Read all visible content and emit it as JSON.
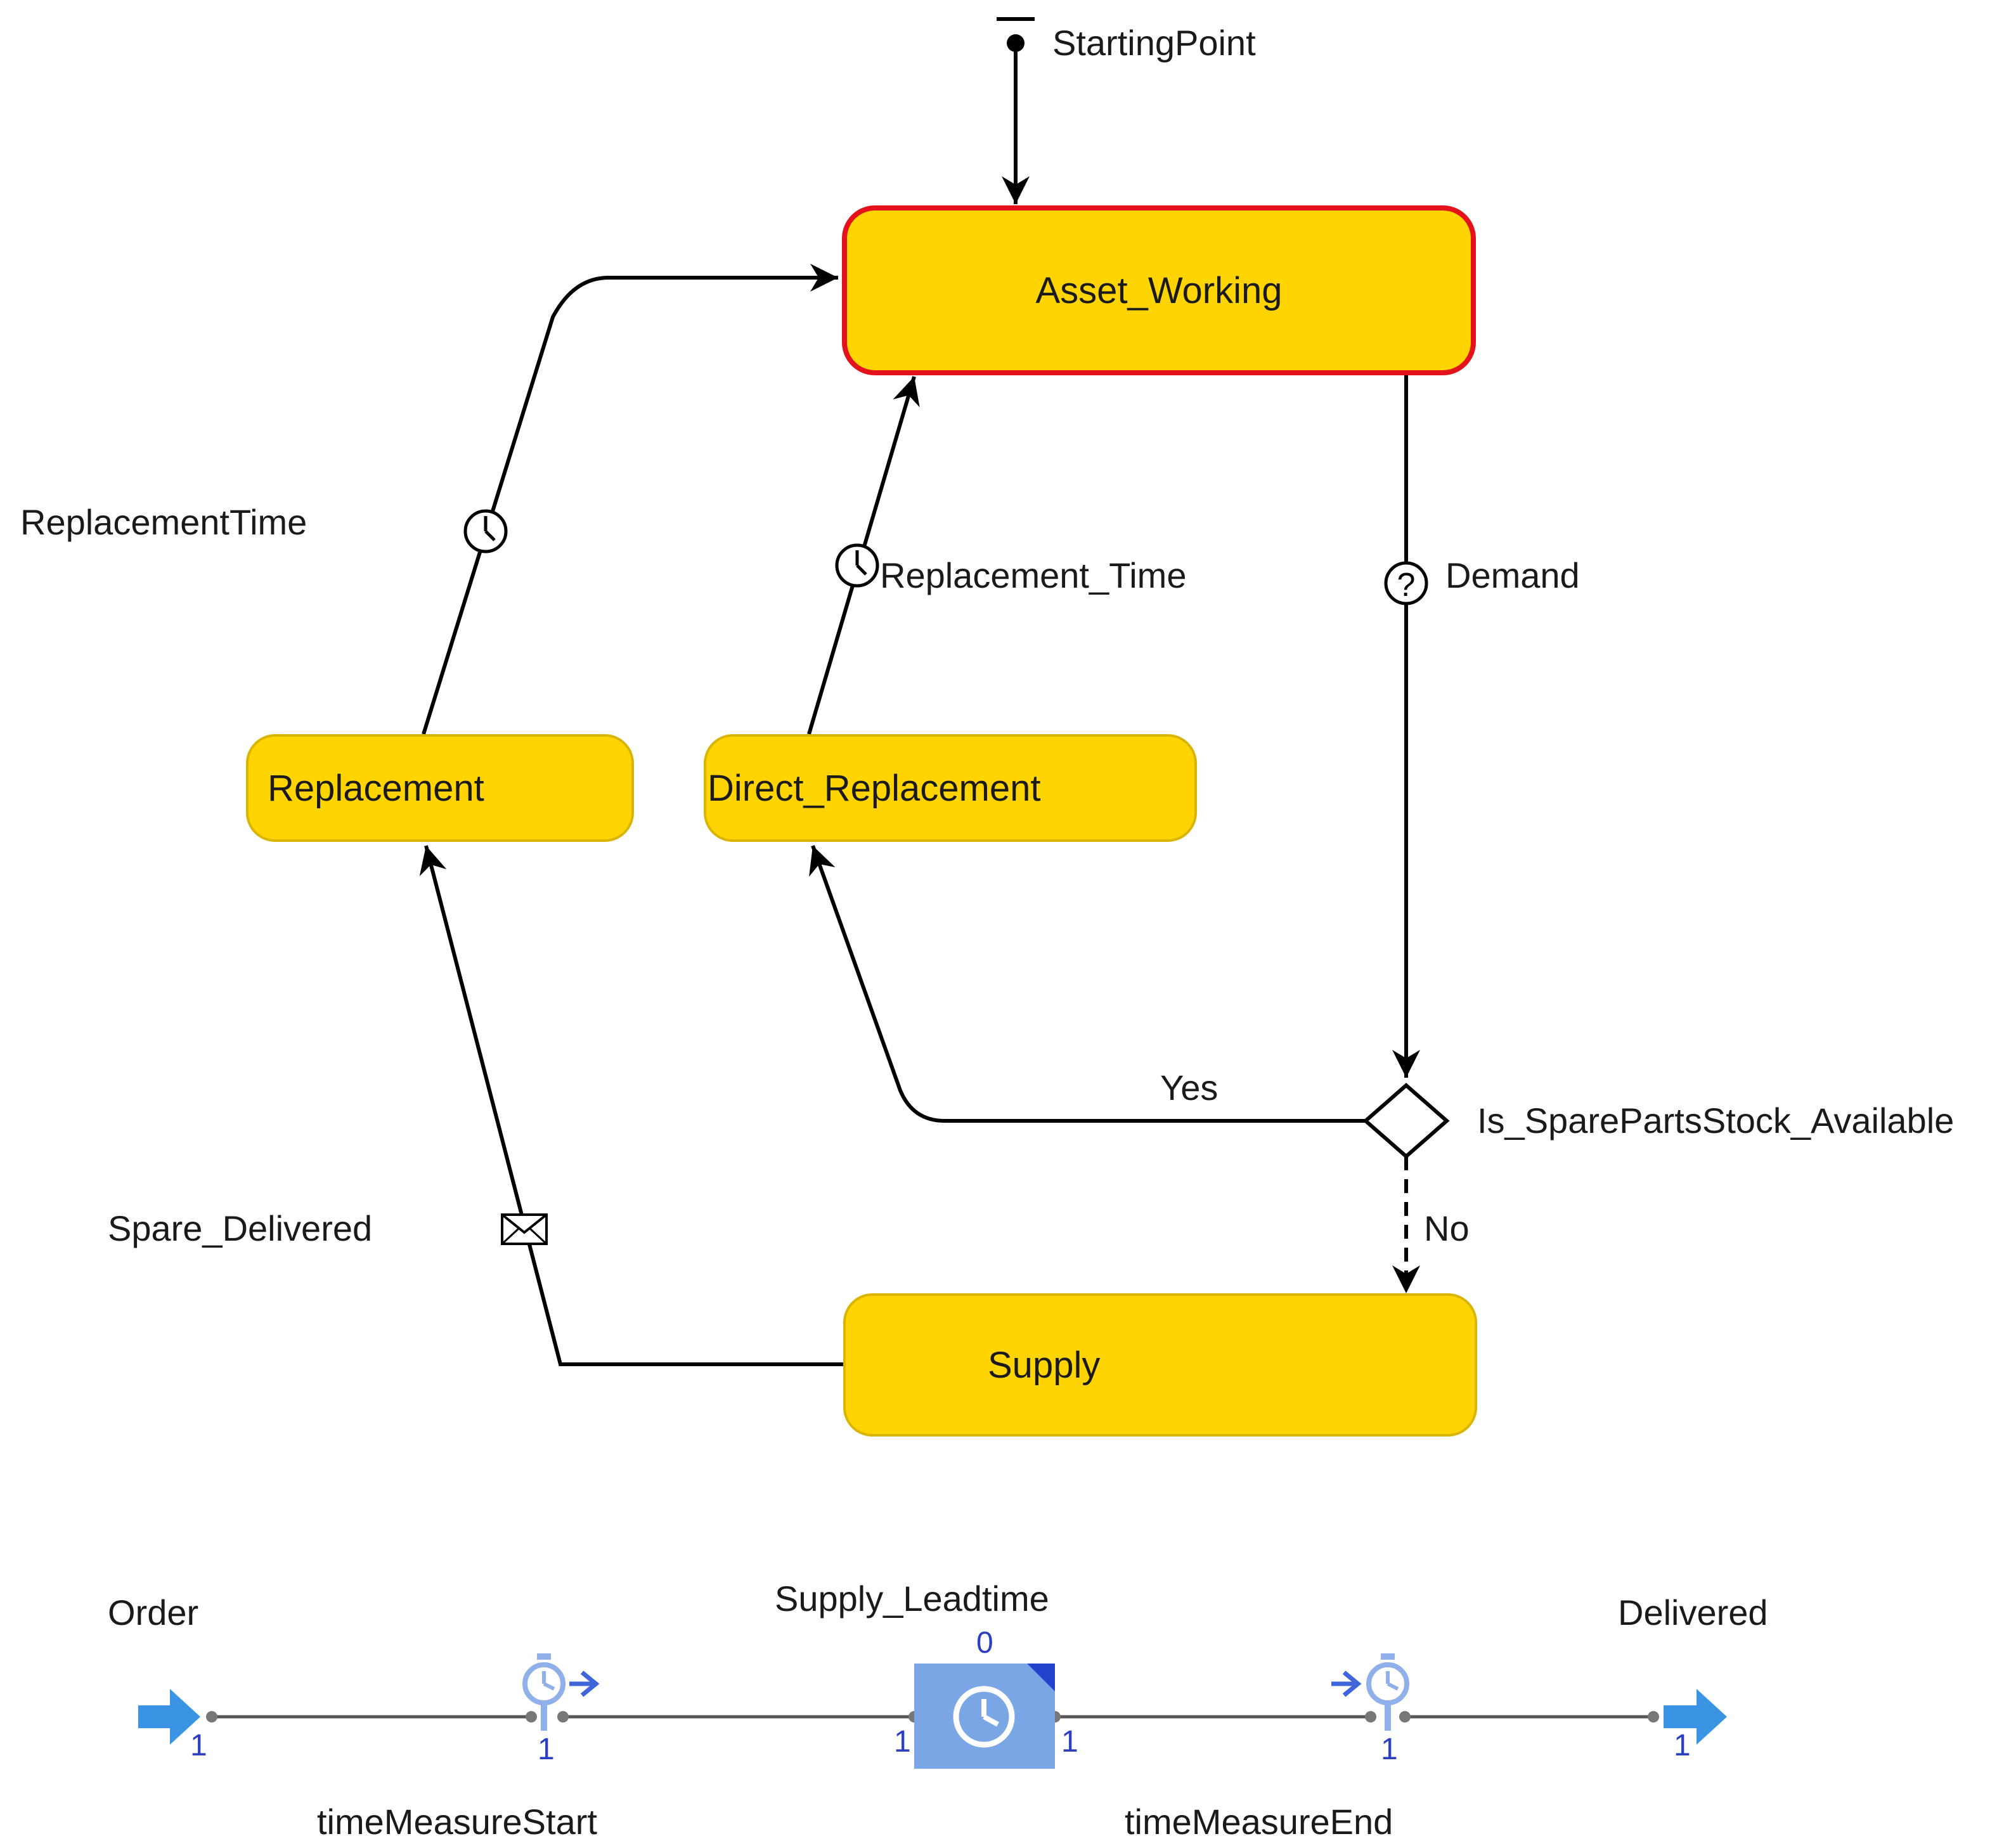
{
  "statechart": {
    "start_label": "StartingPoint",
    "states": {
      "asset_working": "Asset_Working",
      "replacement": "Replacement",
      "direct_replacement": "Direct_Replacement",
      "supply": "Supply"
    },
    "transitions": {
      "replacement_time": "ReplacementTime",
      "replacement_time_direct": "Replacement_Time",
      "demand": "Demand",
      "spare_delivered": "Spare_Delivered"
    },
    "branch": {
      "label": "Is_SparePartsStock_Available",
      "yes": "Yes",
      "no": "No"
    }
  },
  "process_flow": {
    "source": {
      "label": "Order",
      "port": "1"
    },
    "time_measure_start": {
      "label": "timeMeasureStart",
      "port": "1"
    },
    "delay": {
      "label": "Supply_Leadtime",
      "count": "0",
      "port_in": "1",
      "port_out": "1"
    },
    "time_measure_end": {
      "label": "timeMeasureEnd",
      "port": "1"
    },
    "sink": {
      "label": "Delivered",
      "port": "1"
    }
  },
  "colors": {
    "state_fill": "#ffd400",
    "initial_state_border": "#e3121b",
    "process_block": "#7aa6e6",
    "arrow_blue": "#3a93e3",
    "port_text": "#2b3fc0"
  },
  "icons": [
    "timeout-clock-icon",
    "condition-question-icon",
    "message-envelope-icon",
    "branch-diamond-icon",
    "source-arrow-icon",
    "sink-arrow-icon",
    "stopwatch-start-icon",
    "stopwatch-end-icon",
    "delay-clock-icon"
  ]
}
